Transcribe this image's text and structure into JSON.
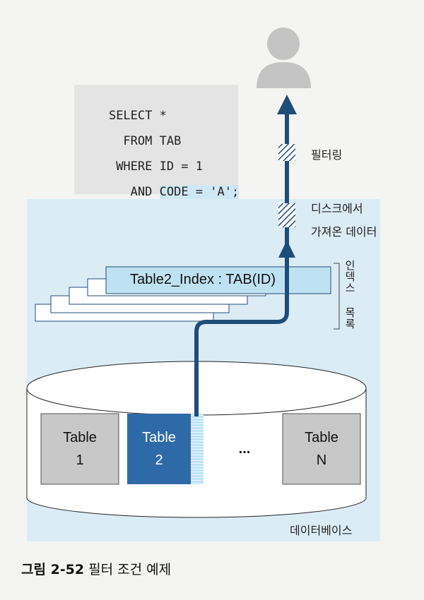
{
  "sql": {
    "lines": [
      {
        "prefix": "SELECT *",
        "highlight": ""
      },
      {
        "prefix": "  FROM TAB",
        "highlight": ""
      },
      {
        "prefix": " WHERE ID = 1",
        "highlight": ""
      },
      {
        "prefix": "   AND ",
        "highlight": "CODE = 'A';"
      }
    ]
  },
  "labels": {
    "filtering": "필터링",
    "fetched_line1": "디스크에서",
    "fetched_line2": "가져온 데이터",
    "index_list": "인덱스 목록",
    "database": "데이터베이스"
  },
  "index": {
    "card_text": "Table2_Index : TAB(ID)"
  },
  "tables": [
    {
      "line1": "Table",
      "line2": "1",
      "highlighted": false
    },
    {
      "line1": "Table",
      "line2": "2",
      "highlighted": true
    },
    {
      "ellipsis": "..."
    },
    {
      "line1": "Table",
      "line2": "N",
      "highlighted": false
    }
  ],
  "caption": {
    "number": "그림 2-52",
    "title": "필터 조건 예제"
  },
  "colors": {
    "panel_bg": "#dbecf5",
    "index_highlight": "#bfe2f3",
    "table2": "#2e6aa8",
    "table_gray": "#c8c8c8",
    "arrow": "#1f4d7a"
  }
}
